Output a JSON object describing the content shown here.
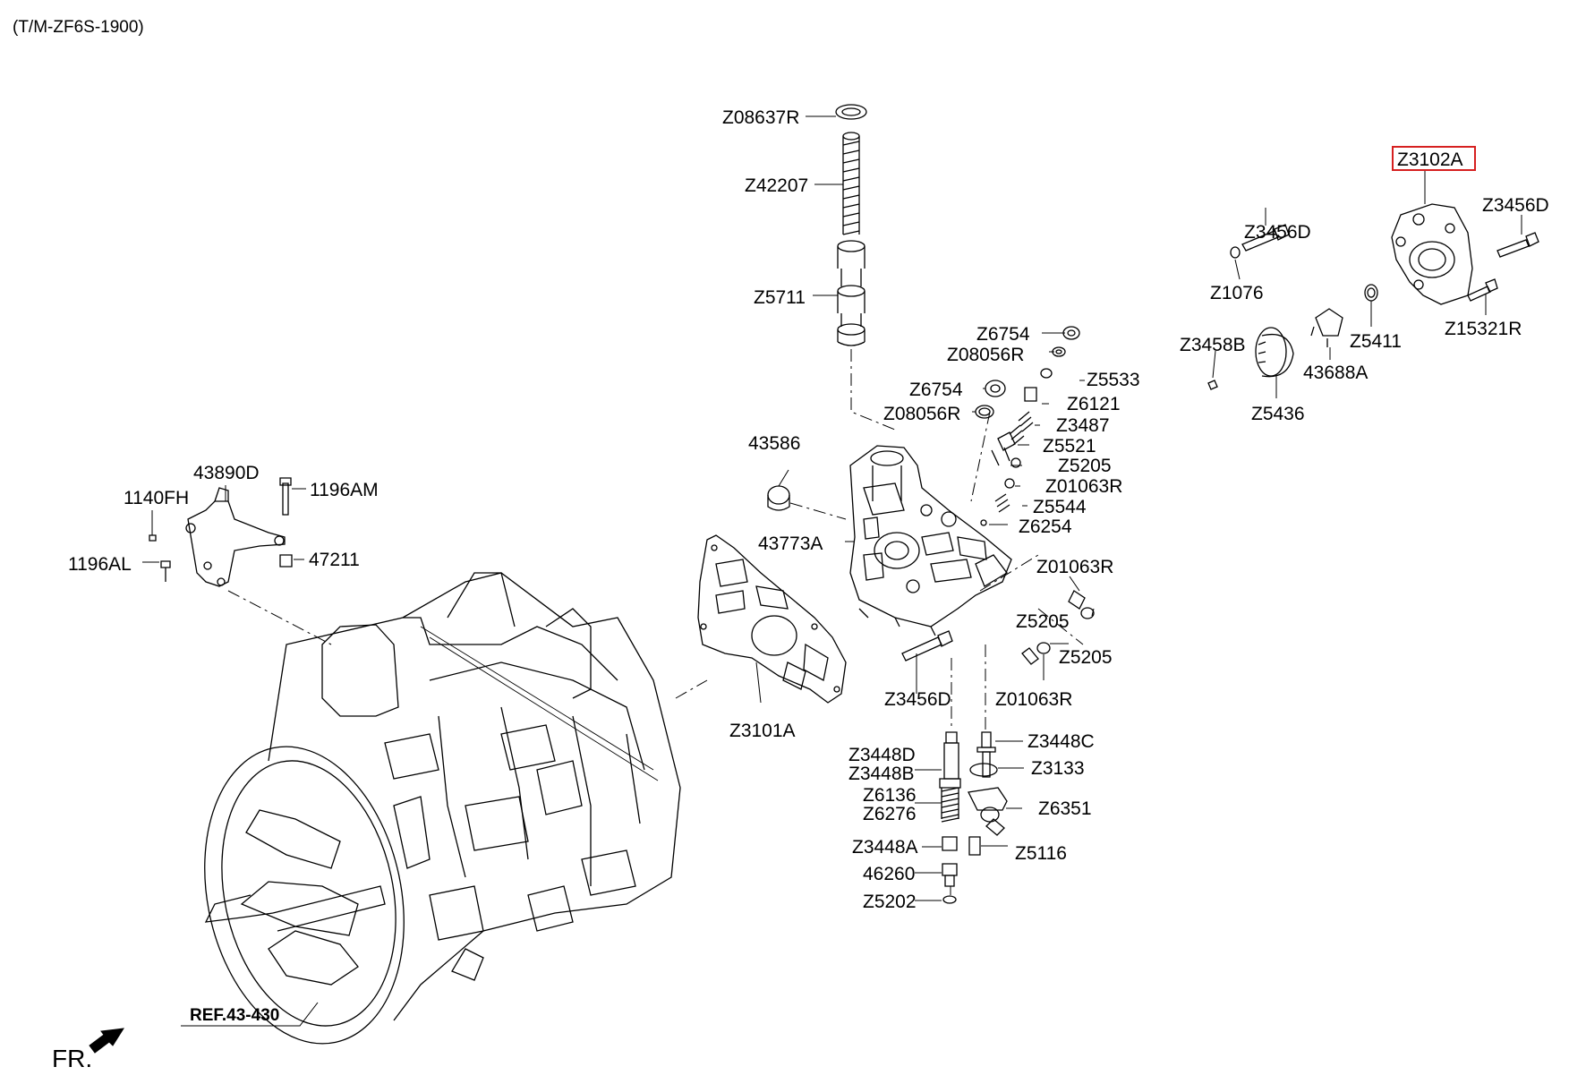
{
  "title": "(T/M-ZF6S-1900)",
  "reference": "REF.43-430",
  "front_marker": "FR.",
  "highlighted_part": "Z3102A",
  "highlight_color": "#d62020",
  "labels": {
    "z08637r": "Z08637R",
    "z42207": "Z42207",
    "z5711": "Z5711",
    "z6754_a": "Z6754",
    "z08056r_a": "Z08056R",
    "z5533": "Z5533",
    "z6754_b": "Z6754",
    "z6121": "Z6121",
    "z08056r_b": "Z08056R",
    "z3487": "Z3487",
    "n43586": "43586",
    "z5521": "Z5521",
    "z5205_a": "Z5205",
    "z01063r_a": "Z01063R",
    "z5544": "Z5544",
    "n43773a": "43773A",
    "z6254": "Z6254",
    "z01063r_b": "Z01063R",
    "z5205_b": "Z5205",
    "z5205_c": "Z5205",
    "z3456d_c": "Z3456D",
    "z01063r_c": "Z01063R",
    "z3101a": "Z3101A",
    "z3448c": "Z3448C",
    "z3448d": "Z3448D",
    "z3448b": "Z3448B",
    "z3133": "Z3133",
    "z6136": "Z6136",
    "z6276": "Z6276",
    "z6351": "Z6351",
    "z3448a": "Z3448A",
    "z5116": "Z5116",
    "n46260": "46260",
    "z5202": "Z5202",
    "n43890d": "43890D",
    "n1196am": "1196AM",
    "n1140fh": "1140FH",
    "n47211": "47211",
    "n1196al": "1196AL",
    "z3102a": "Z3102A",
    "z3456d_a": "Z3456D",
    "z3456d_b": "Z3456D",
    "z1076": "Z1076",
    "z5411": "Z5411",
    "z15321r": "Z15321R",
    "z3458b": "Z3458B",
    "n43688a": "43688A",
    "z5436": "Z5436"
  }
}
